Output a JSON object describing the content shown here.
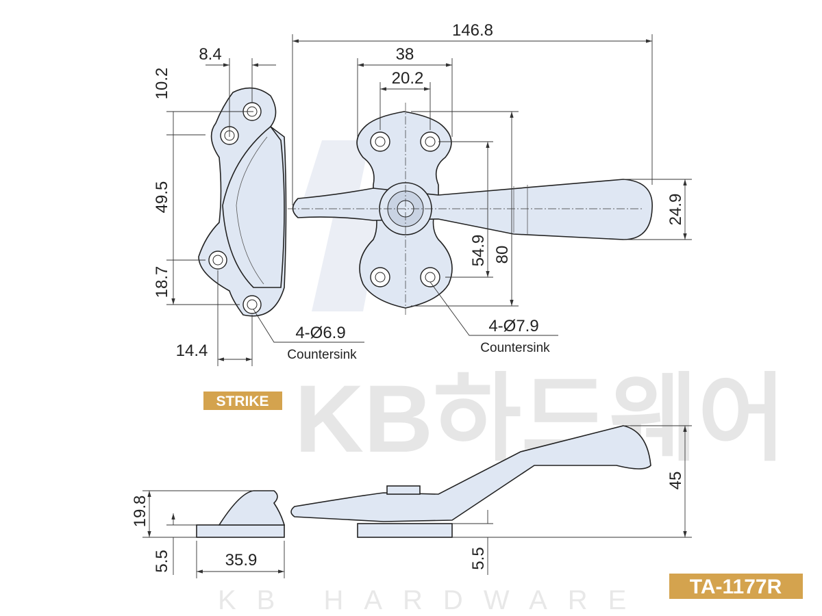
{
  "watermark": {
    "korean": "KB하드웨어",
    "english": "KB HARDWARE"
  },
  "labels": {
    "strike": "STRIKE",
    "model": "TA-1177R"
  },
  "colors": {
    "badge": "#d4a34e",
    "part_fill": "#dfe7f3"
  },
  "dimensions": {
    "overall_length": "146.8",
    "base_width": "38",
    "hole_spacing": "20.2",
    "strike_offset": "8.4",
    "strike_top": "10.2",
    "strike_span": "49.5",
    "strike_bottom": "18.7",
    "strike_hole_x": "14.4",
    "handle_width": "24.9",
    "hole_span_v": "54.9",
    "base_height": "80",
    "strike_height": "19.8",
    "strike_base_t": "5.5",
    "strike_length": "35.9",
    "handle_base_t": "5.5",
    "handle_height": "45"
  },
  "notes": {
    "strike_holes": "4-Ø6.9",
    "strike_holes_type": "Countersink",
    "handle_holes": "4-Ø7.9",
    "handle_holes_type": "Countersink"
  }
}
